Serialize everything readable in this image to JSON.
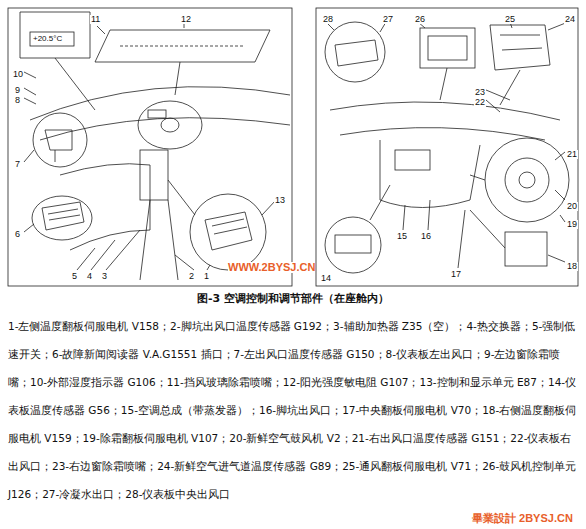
{
  "diagram": {
    "caption": "图-3 空调控制和调节部件（在座舱内）",
    "labels": [
      "1",
      "2",
      "3",
      "4",
      "5",
      "6",
      "7",
      "8",
      "9",
      "10",
      "11",
      "12",
      "13",
      "14",
      "15",
      "16",
      "17",
      "18",
      "19",
      "20",
      "21",
      "22",
      "23",
      "24",
      "25",
      "26",
      "27",
      "28",
      "+20.5°C",
      "WWW.2BYSJ.CN",
      "畢業設計 2BYSJ.CN",
      "1-左侧温度翻板伺服电机 V158；",
      "2-脚坑出风口温度传感器 G192；",
      "3-辅助加热器 Z35（空）；",
      "4-热交换器；",
      "5-强制低速开关；",
      "6-故障新闻阅读器 V.A.G1551 插口；",
      "7-左出风口温度传感器 G150；",
      "8-仪表板左出风口；",
      "9-左边窗除霜喷嘴；",
      "10-外部湿度指示器 G106；",
      "11-挡风玻璃除霜喷嘴；",
      "12-阳光强度敏电阻 G107；",
      "13-控制和显示单元 E87；",
      "14-仪表板温度传感器 G56；",
      "15-空调总成（带蒸发器）；",
      "16-脚坑出风口；",
      "17-中央翻板伺服电机 V70；",
      "18-右侧温度翻板伺服电机 V159；",
      "19-除霜翻板伺服电机 V107；",
      "20-新鲜空气鼓风机 V2；",
      "21-右出风口温度传感器 G151；",
      "22-仪表板右出风口；",
      "23-右边窗除霜喷嘴；",
      "24-新鲜空气进气道温度传感器 G89；",
      "25-通风翻板伺服电机 V71；",
      "26-鼓风机控制单元 J126；",
      "27-冷凝水出口；",
      "28-仪表板中央出风口"
    ]
  }
}
